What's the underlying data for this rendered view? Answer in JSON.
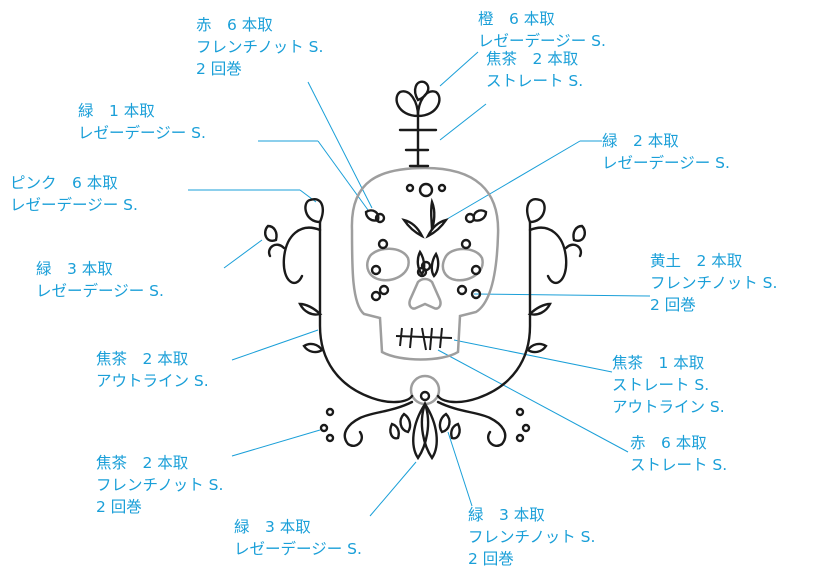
{
  "colors": {
    "label": "#1a9fd8",
    "leader": "#1a9fd8",
    "motif": "#1a1a1a",
    "skull": "#9e9e9e"
  },
  "labels": [
    {
      "id": "red-french",
      "lines": [
        "赤　6 本取",
        "フレンチノット S.",
        "2 回巻"
      ]
    },
    {
      "id": "orange-lazy",
      "lines": [
        "橙　6 本取",
        "レゼーデージー S."
      ]
    },
    {
      "id": "brown-straight-top",
      "lines": [
        "焦茶　2 本取",
        "ストレート S."
      ]
    },
    {
      "id": "green1-lazy",
      "lines": [
        "緑　1 本取",
        "レゼーデージー S."
      ]
    },
    {
      "id": "green2-lazy",
      "lines": [
        "緑　2 本取",
        "レゼーデージー S."
      ]
    },
    {
      "id": "pink-lazy",
      "lines": [
        "ピンク　6 本取",
        "レゼーデージー S."
      ]
    },
    {
      "id": "green3-lazy-left",
      "lines": [
        "緑　3 本取",
        "レゼーデージー S."
      ]
    },
    {
      "id": "ochre-french",
      "lines": [
        "黄土　2 本取",
        "フレンチノット S.",
        "2 回巻"
      ]
    },
    {
      "id": "brown-outline",
      "lines": [
        "焦茶　2 本取",
        "アウトライン S."
      ]
    },
    {
      "id": "brown-straight-outline",
      "lines": [
        "焦茶　1 本取",
        "ストレート S.",
        "アウトライン S."
      ]
    },
    {
      "id": "red-straight",
      "lines": [
        "赤　6 本取",
        "ストレート S."
      ]
    },
    {
      "id": "brown-french",
      "lines": [
        "焦茶　2 本取",
        "フレンチノット S.",
        "2 回巻"
      ]
    },
    {
      "id": "green3-lazy-bottom",
      "lines": [
        "緑　3 本取",
        "レゼーデージー S."
      ]
    },
    {
      "id": "green3-french",
      "lines": [
        "緑　3 本取",
        "フレンチノット S.",
        "2 回巻"
      ]
    }
  ]
}
